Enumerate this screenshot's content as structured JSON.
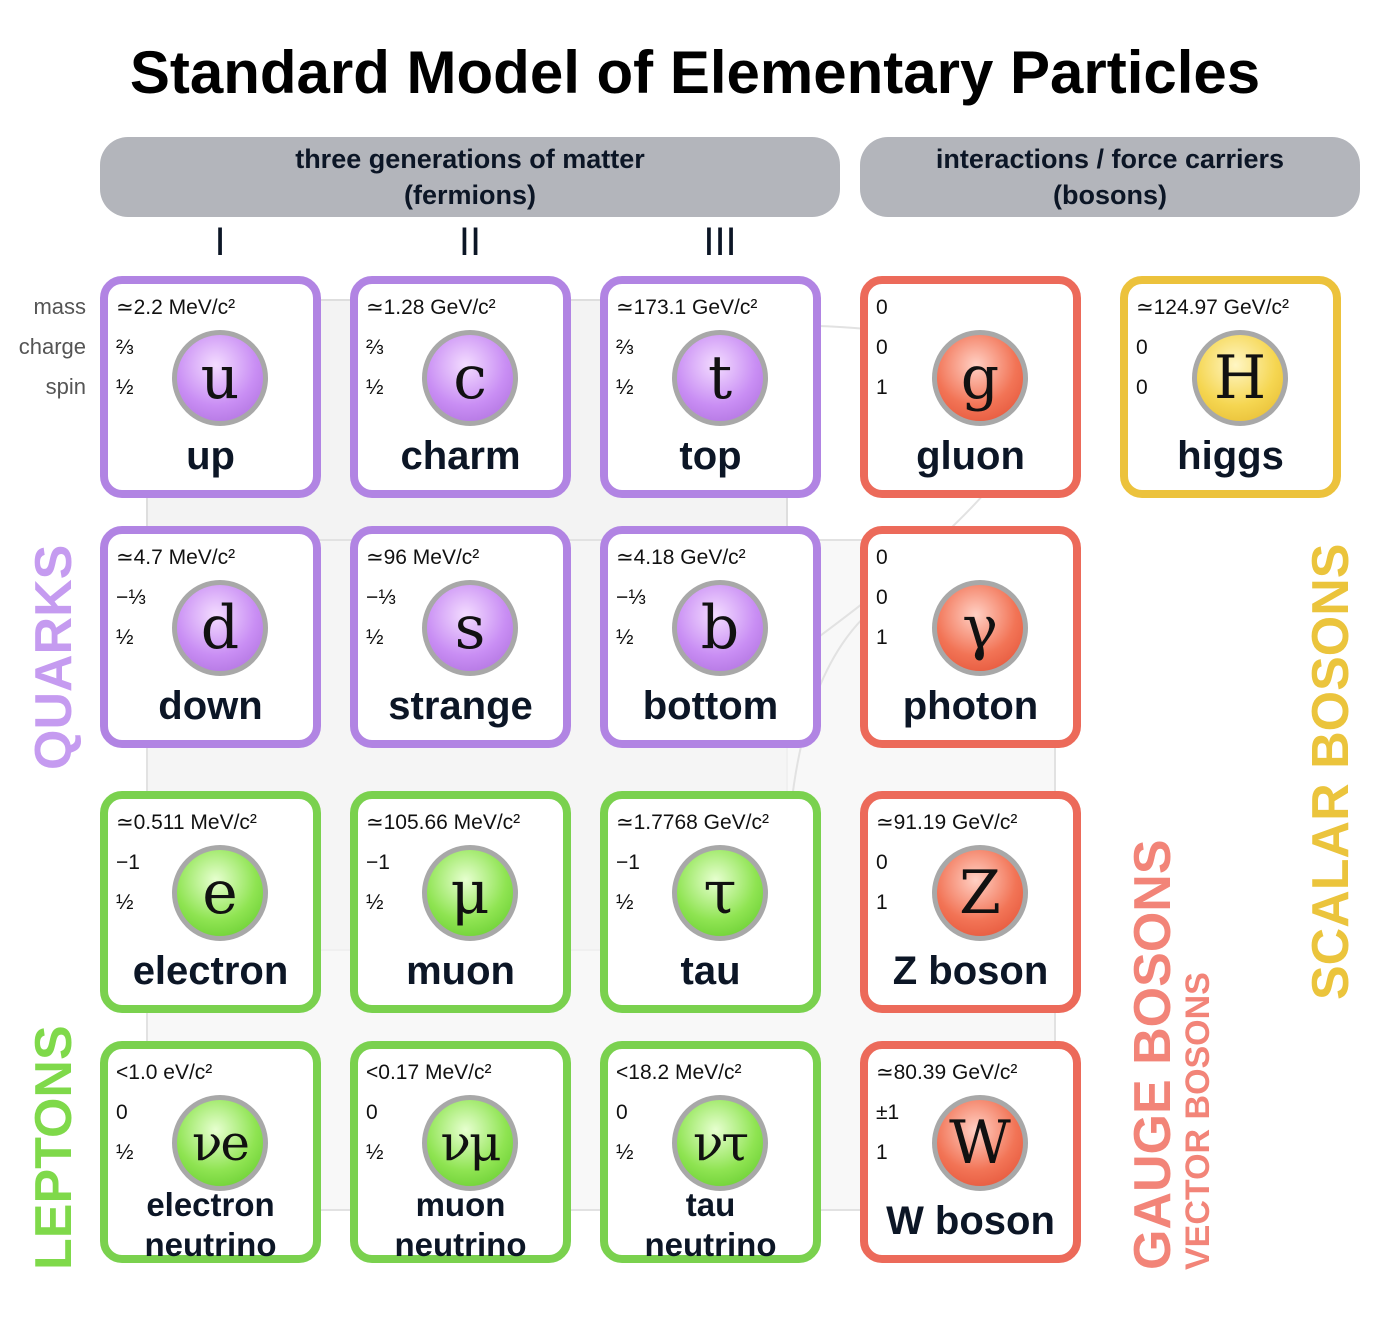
{
  "title": "Standard Model of Elementary Particles",
  "headers": {
    "fermions": {
      "line1": "three generations of matter",
      "line2": "(fermions)"
    },
    "bosons": {
      "line1": "interactions / force carriers",
      "line2": "(bosons)"
    }
  },
  "generations": [
    "I",
    "II",
    "III"
  ],
  "row_labels": {
    "mass": "mass",
    "charge": "charge",
    "spin": "spin"
  },
  "group_labels": {
    "quarks": "QUARKS",
    "leptons": "LEPTONS",
    "gauge_bosons": "GAUGE BOSONS",
    "vector_bosons": "VECTOR BOSONS",
    "scalar_bosons": "SCALAR BOSONS"
  },
  "colors": {
    "quark": "#b184e3",
    "lepton": "#7ad14e",
    "gauge": "#ec6a5a",
    "scalar": "#ecc23c",
    "header": "#b3b5bb"
  },
  "particles": {
    "up": {
      "mass": "≃2.2 MeV/c²",
      "charge": "⅔",
      "spin": "½",
      "symbol": "u",
      "name": "up"
    },
    "charm": {
      "mass": "≃1.28 GeV/c²",
      "charge": "⅔",
      "spin": "½",
      "symbol": "c",
      "name": "charm"
    },
    "top": {
      "mass": "≃173.1 GeV/c²",
      "charge": "⅔",
      "spin": "½",
      "symbol": "t",
      "name": "top"
    },
    "gluon": {
      "mass": "0",
      "charge": "0",
      "spin": "1",
      "symbol": "g",
      "name": "gluon"
    },
    "higgs": {
      "mass": "≃124.97 GeV/c²",
      "charge": "0",
      "spin": "0",
      "symbol": "H",
      "name": "higgs"
    },
    "down": {
      "mass": "≃4.7 MeV/c²",
      "charge": "−⅓",
      "spin": "½",
      "symbol": "d",
      "name": "down"
    },
    "strange": {
      "mass": "≃96 MeV/c²",
      "charge": "−⅓",
      "spin": "½",
      "symbol": "s",
      "name": "strange"
    },
    "bottom": {
      "mass": "≃4.18 GeV/c²",
      "charge": "−⅓",
      "spin": "½",
      "symbol": "b",
      "name": "bottom"
    },
    "photon": {
      "mass": "0",
      "charge": "0",
      "spin": "1",
      "symbol": "γ",
      "name": "photon"
    },
    "electron": {
      "mass": "≃0.511 MeV/c²",
      "charge": "−1",
      "spin": "½",
      "symbol": "e",
      "name": "electron"
    },
    "muon": {
      "mass": "≃105.66 MeV/c²",
      "charge": "−1",
      "spin": "½",
      "symbol": "μ",
      "name": "muon"
    },
    "tau": {
      "mass": "≃1.7768 GeV/c²",
      "charge": "−1",
      "spin": "½",
      "symbol": "τ",
      "name": "tau"
    },
    "z_boson": {
      "mass": "≃91.19 GeV/c²",
      "charge": "0",
      "spin": "1",
      "symbol": "Z",
      "name": "Z boson"
    },
    "electron_neutrino": {
      "mass": "<1.0 eV/c²",
      "charge": "0",
      "spin": "½",
      "symbol": "νe",
      "name1": "electron",
      "name2": "neutrino"
    },
    "muon_neutrino": {
      "mass": "<0.17 MeV/c²",
      "charge": "0",
      "spin": "½",
      "symbol": "νμ",
      "name1": "muon",
      "name2": "neutrino"
    },
    "tau_neutrino": {
      "mass": "<18.2 MeV/c²",
      "charge": "0",
      "spin": "½",
      "symbol": "ντ",
      "name1": "tau",
      "name2": "neutrino"
    },
    "w_boson": {
      "mass": "≃80.39 GeV/c²",
      "charge": "±1",
      "spin": "1",
      "symbol": "W",
      "name": "W boson"
    }
  }
}
